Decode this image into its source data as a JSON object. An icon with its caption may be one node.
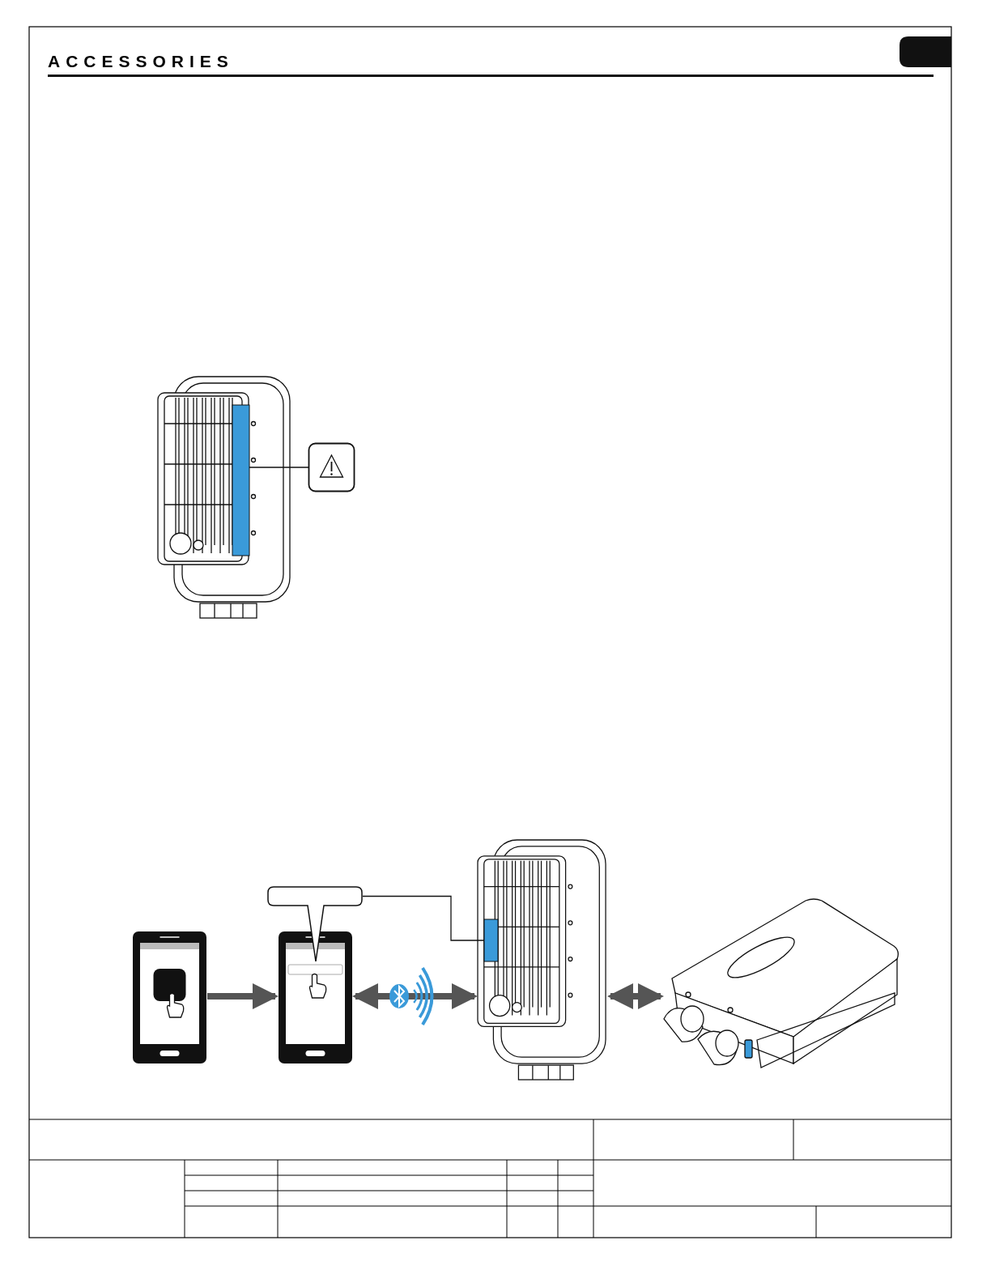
{
  "diagram": {
    "title": "ACCESSORIES",
    "nodes": [
      {
        "text": [],
        "shape": "box"
      },
      {
        "text": [],
        "shape": "bar"
      },
      {
        "text": [],
        "shape": "picture"
      },
      {
        "text": [],
        "shape": "picture"
      },
      {
        "text": [],
        "shape": "box"
      },
      {
        "text": [],
        "shape": "picture"
      },
      {
        "text": [],
        "shape": "bar",
        "in": 5
      },
      {
        "text": [],
        "shape": "picture"
      }
    ],
    "edges": [
      {
        "from": 0,
        "to": 1,
        "arrow": "none",
        "color": "#111111"
      },
      {
        "from": 2,
        "to": 3,
        "arrow": "to"
      },
      {
        "from": 3,
        "to": 5,
        "arrow": "both"
      },
      {
        "from": 5,
        "to": 7,
        "arrow": "both"
      },
      {
        "from": 4,
        "to": 6,
        "arrow": "none",
        "color": "#111111"
      }
    ]
  }
}
